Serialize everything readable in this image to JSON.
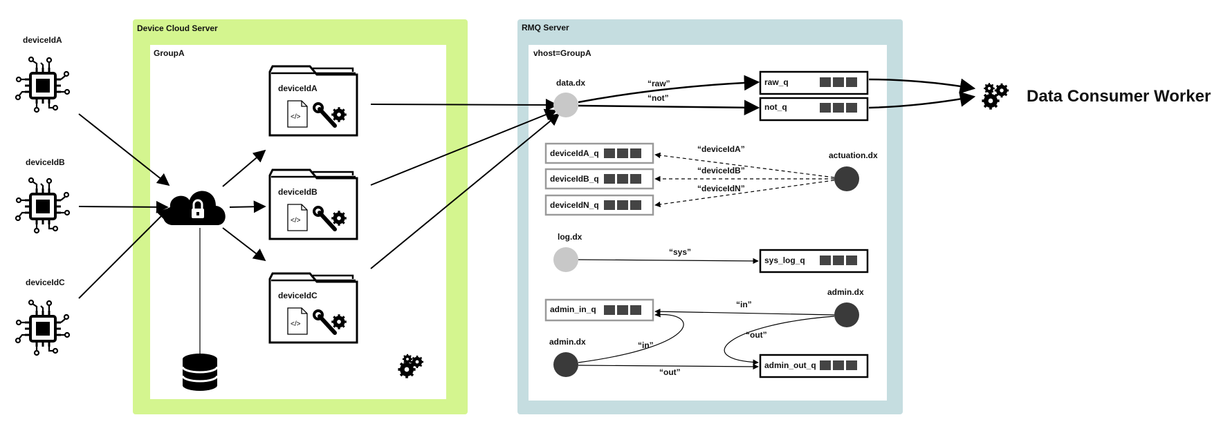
{
  "colors": {
    "device_cloud_bg": "#d4f58f",
    "rmq_bg": "#c5dde0",
    "queue_block": "#444444",
    "exchange_light": "#c8c8c8",
    "exchange_dark": "#3a3a3a"
  },
  "devices": [
    {
      "label": "deviceIdA"
    },
    {
      "label": "deviceIdB"
    },
    {
      "label": "deviceIdC"
    }
  ],
  "device_cloud": {
    "title": "Device Cloud Server",
    "group_label": "GroupA",
    "folders": [
      {
        "label": "deviceIdA",
        "code_glyph": "</>"
      },
      {
        "label": "deviceIdB",
        "code_glyph": "</>"
      },
      {
        "label": "deviceIdC",
        "code_glyph": "</>"
      }
    ]
  },
  "rmq": {
    "title": "RMQ Server",
    "vhost_label": "vhost=GroupA",
    "exchanges": {
      "data": "data.dx",
      "actuation": "actuation.dx",
      "log": "log.dx",
      "admin_right": "admin.dx",
      "admin_left": "admin.dx"
    },
    "queues": {
      "raw": "raw_q",
      "not": "not_q",
      "deviceIdA": "deviceIdA_q",
      "deviceIdB": "deviceIdB_q",
      "deviceIdN": "deviceIdN_q",
      "sys_log": "sys_log_q",
      "admin_in": "admin_in_q",
      "admin_out": "admin_out_q"
    },
    "routing_keys": {
      "raw": "“raw”",
      "not": "“not”",
      "deviceIdA": "“deviceIdA”",
      "deviceIdB": "“deviceIdB”",
      "deviceIdN": "“deviceIdN”",
      "sys": "“sys”",
      "in_right": "“in”",
      "out_right": "“out”",
      "in_left": "“in”",
      "out_left": "“out”"
    }
  },
  "consumer": {
    "label": "Data Consumer Worker"
  },
  "icons": [
    "chip-icon",
    "cloud-lock-icon",
    "database-icon",
    "folder-icon",
    "code-file-icon",
    "wrench-gear-icon",
    "gears-icon"
  ]
}
